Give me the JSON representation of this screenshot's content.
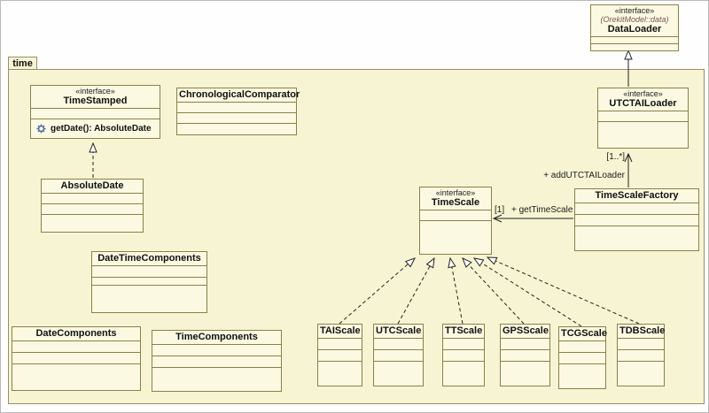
{
  "package": {
    "tab_label": "time"
  },
  "classes": {
    "data_loader": {
      "stereotype": "«interface»",
      "model_ref": "(OrekitModel::data)",
      "name": "DataLoader"
    },
    "utctai_loader": {
      "stereotype": "«interface»",
      "name": "UTCTAILoader"
    },
    "time_scale_factory": {
      "name": "TimeScaleFactory"
    },
    "time_scale": {
      "stereotype": "«interface»",
      "name": "TimeScale"
    },
    "time_stamped": {
      "stereotype": "«interface»",
      "name": "TimeStamped",
      "operation": "getDate(): AbsoluteDate"
    },
    "chronological_comparator": {
      "name": "ChronologicalComparator"
    },
    "absolute_date": {
      "name": "AbsoluteDate"
    },
    "date_time_components": {
      "name": "DateTimeComponents"
    },
    "date_components": {
      "name": "DateComponents"
    },
    "time_components": {
      "name": "TimeComponents"
    },
    "tai_scale": {
      "name": "TAIScale"
    },
    "utc_scale": {
      "name": "UTCScale"
    },
    "tt_scale": {
      "name": "TTScale"
    },
    "gps_scale": {
      "name": "GPSScale"
    },
    "tcg_scale": {
      "name": "TCGScale"
    },
    "tdb_scale": {
      "name": "TDBScale"
    }
  },
  "associations": {
    "get_time_scale": {
      "label": "+ getTimeScale",
      "multiplicity": "[1]"
    },
    "add_utctai_loader": {
      "label": "+ addUTCTAILoader",
      "multiplicity": "[1..*]"
    }
  },
  "colors": {
    "package_fill": "#f6f4d2",
    "class_fill": "#fbf9e1",
    "class_border": "#8a8148",
    "line": "#222222",
    "model_text": "#7c5650"
  }
}
